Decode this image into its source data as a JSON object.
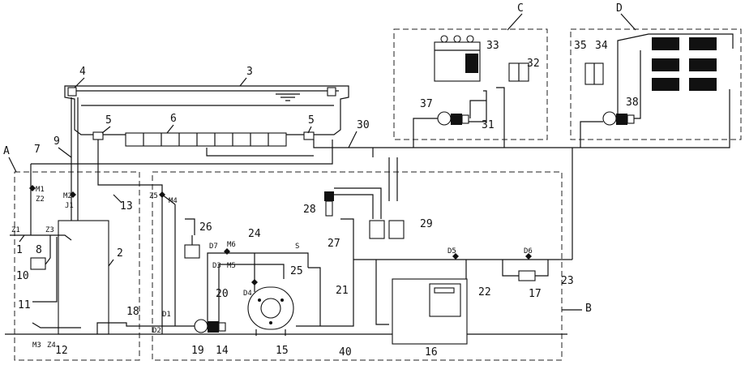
{
  "regions": {
    "A": "A",
    "B": "B",
    "C": "C",
    "D": "D"
  },
  "labels": {
    "n1": "1",
    "n2": "2",
    "n3": "3",
    "n4": "4",
    "n5a": "5",
    "n5b": "5",
    "n6": "6",
    "n7": "7",
    "n8": "8",
    "n9": "9",
    "n10": "10",
    "n11": "11",
    "n12": "12",
    "n13": "13",
    "n14": "14",
    "n15": "15",
    "n16": "16",
    "n17": "17",
    "n18": "18",
    "n19": "19",
    "n20": "20",
    "n21": "21",
    "n22": "22",
    "n23": "23",
    "n24": "24",
    "n25": "25",
    "n26": "26",
    "n27": "27",
    "n28": "28",
    "n29": "29",
    "n30": "30",
    "n31": "31",
    "n32": "32",
    "n33": "33",
    "n34": "34",
    "n35": "35",
    "n37": "37",
    "n38": "38",
    "n40": "40"
  },
  "valves": {
    "M1": "M1",
    "Z2": "Z2",
    "M2": "M2",
    "J1": "J1",
    "Z1": "Z1",
    "Z3": "Z3",
    "M3": "M3",
    "Z4": "Z4",
    "Z5": "Z5",
    "M4": "M4",
    "D1": "D1",
    "D2": "D2",
    "D3": "D3",
    "D4": "D4",
    "D5": "D5",
    "D6": "D6",
    "D7": "D7",
    "M5": "M5",
    "M6": "M6",
    "S": "S"
  }
}
